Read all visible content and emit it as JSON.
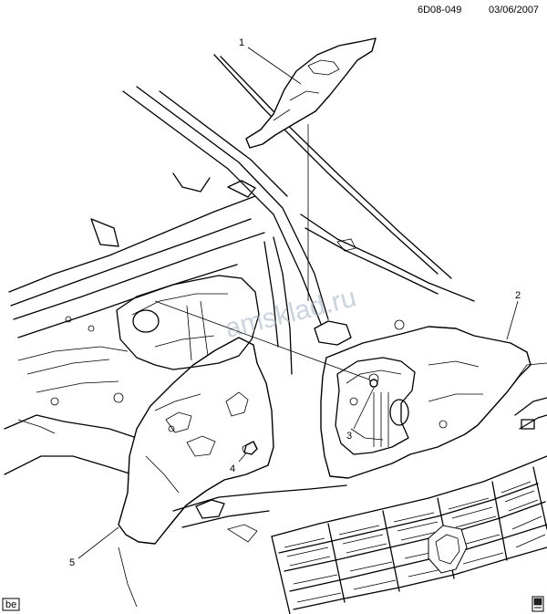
{
  "header": {
    "code": "6D08-049",
    "date": "03/06/2007"
  },
  "watermark": "amsklad.ru",
  "callouts": [
    {
      "id": "1",
      "label": "1"
    },
    {
      "id": "2",
      "label": "2"
    },
    {
      "id": "3",
      "label": "3"
    },
    {
      "id": "4",
      "label": "4"
    },
    {
      "id": "5",
      "label": "5"
    }
  ],
  "footer": {
    "badge": "be"
  },
  "icons": {
    "bottom_right": "book-manual-icon"
  }
}
